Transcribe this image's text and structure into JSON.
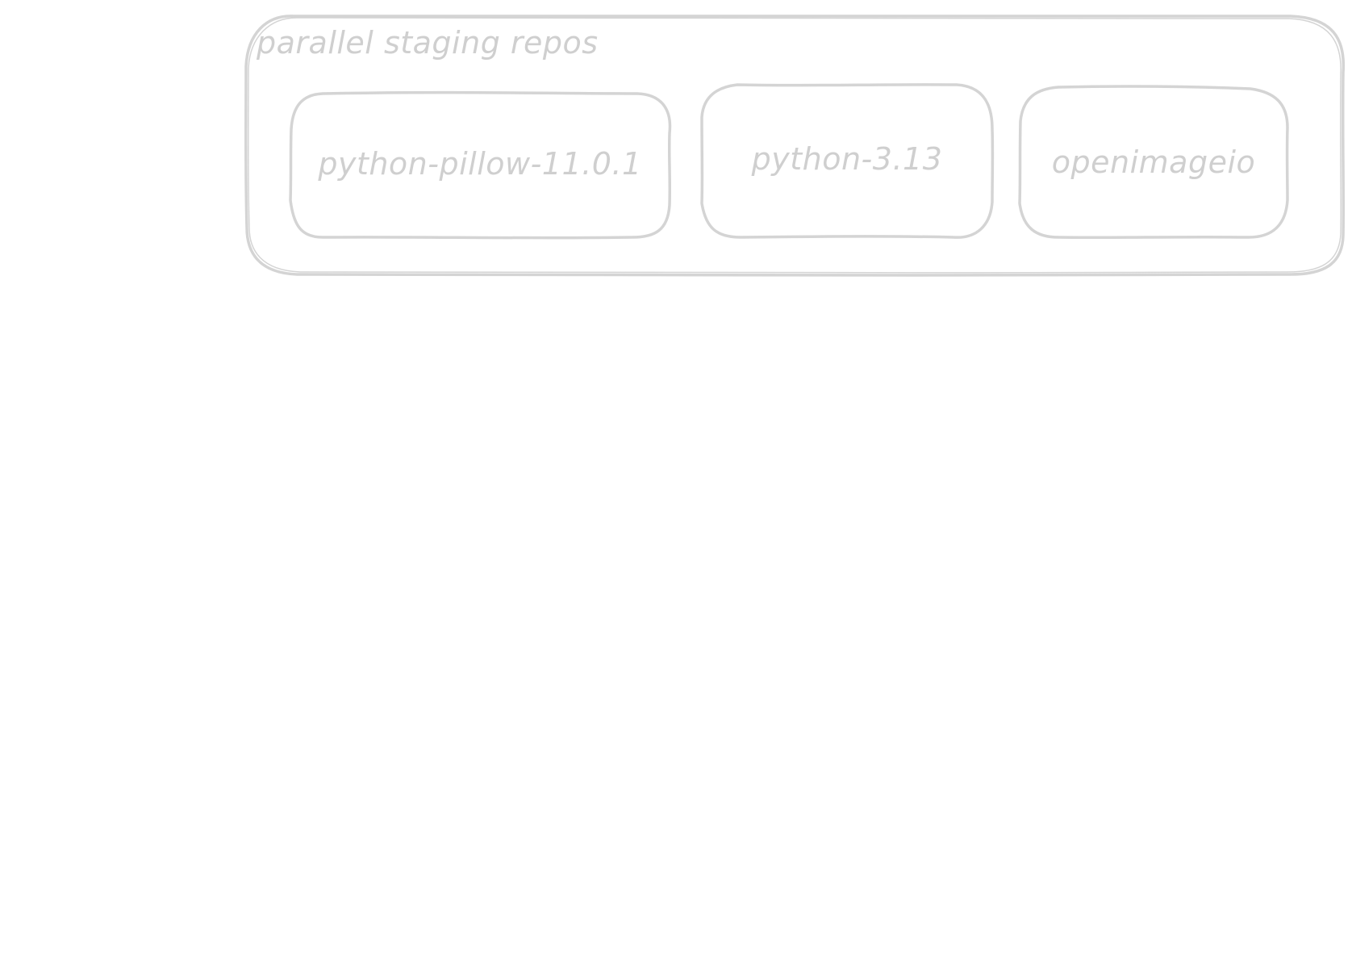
{
  "colors": {
    "stroke": "#d4d4d4",
    "text": "#cfcfcf",
    "background": "#ffffff"
  },
  "group": {
    "title": "parallel staging repos"
  },
  "nodes": [
    {
      "label": "python-pillow-11.0.1"
    },
    {
      "label": "python-3.13"
    },
    {
      "label": "openimageio"
    }
  ]
}
